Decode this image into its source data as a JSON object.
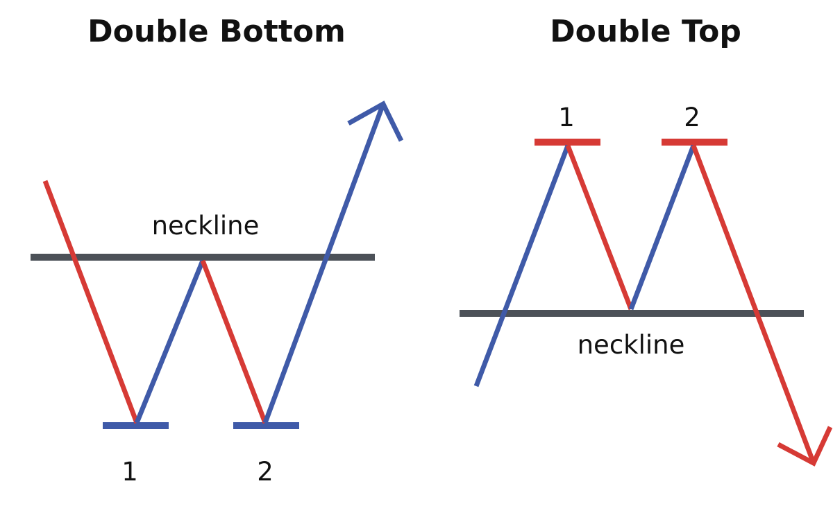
{
  "colors": {
    "down": "#d63a35",
    "up": "#3f5aa8",
    "neckline": "#4c5158",
    "text": "#111111"
  },
  "double_bottom": {
    "title": "Double Bottom",
    "neckline_label": "neckline",
    "bottom_1_label": "1",
    "bottom_2_label": "2"
  },
  "double_top": {
    "title": "Double Top",
    "neckline_label": "neckline",
    "top_1_label": "1",
    "top_2_label": "2"
  }
}
